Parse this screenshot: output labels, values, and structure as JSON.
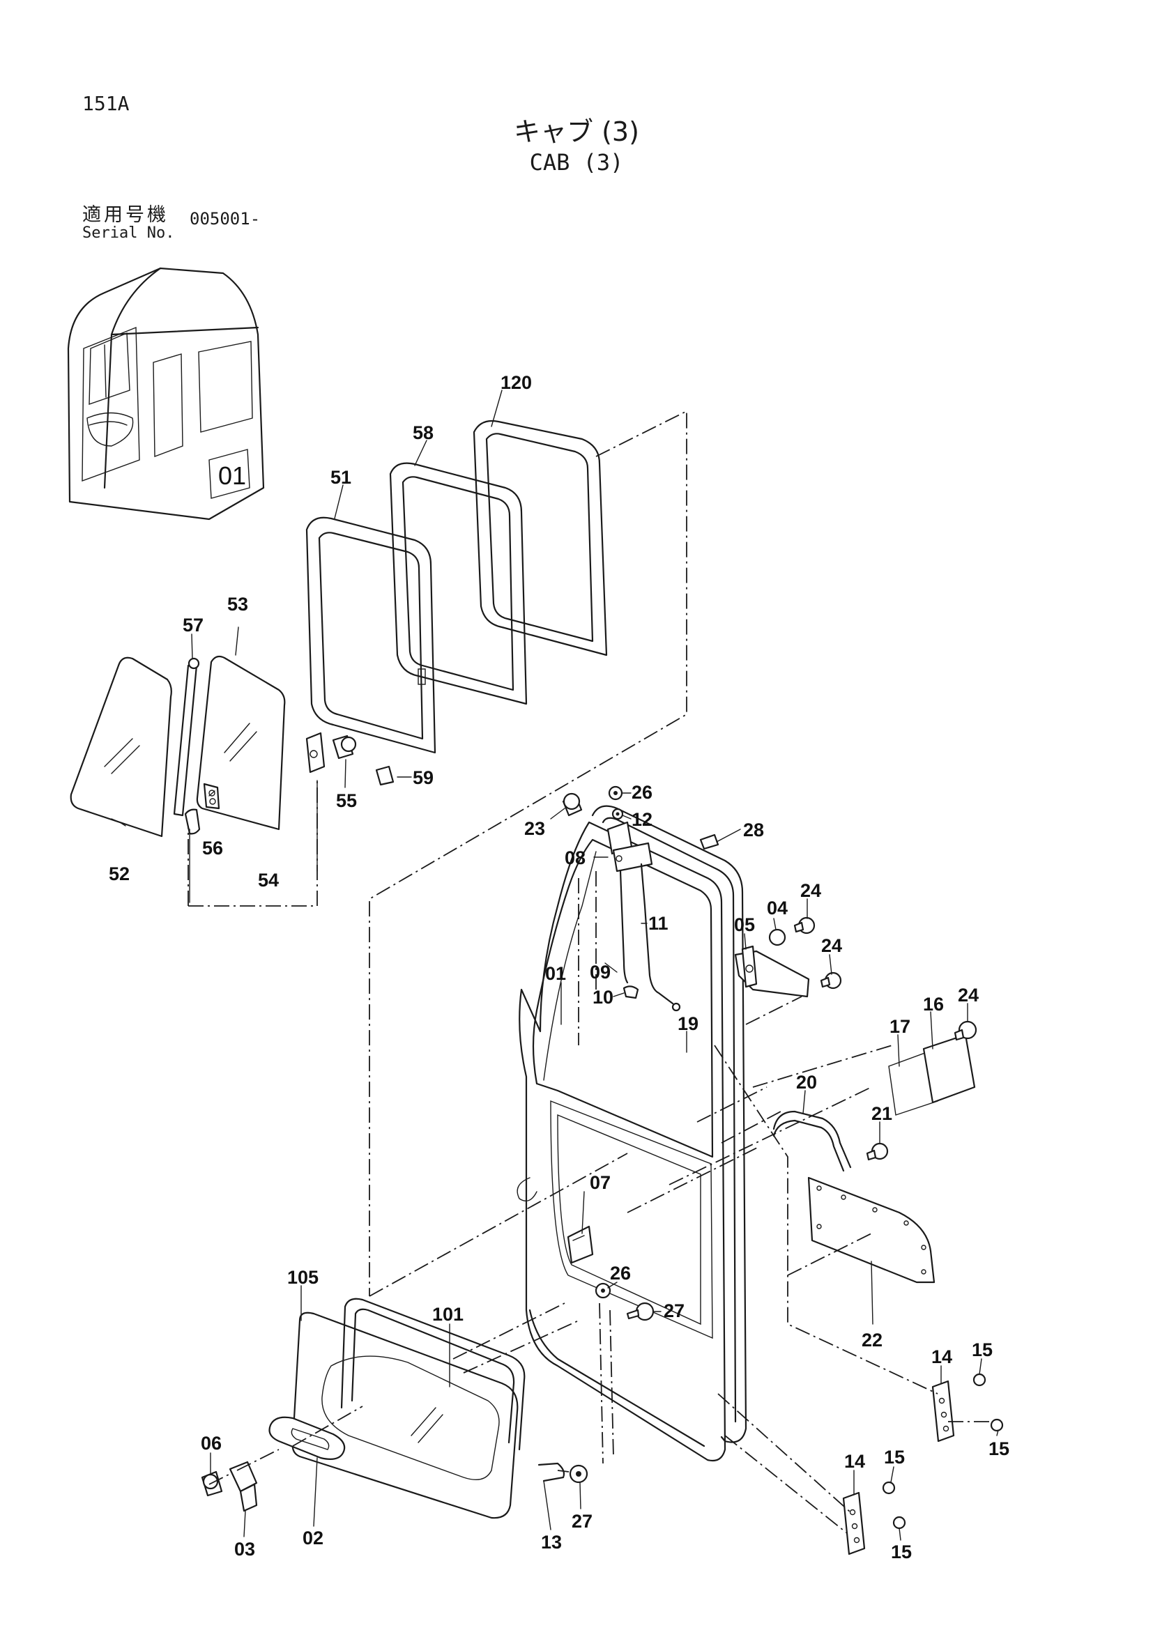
{
  "header": {
    "page_code": "151A",
    "title_jp": "キャブ (3)",
    "title_en": "CAB (3)",
    "serial_label_jp": "適用号機",
    "serial_label_en": "Serial No.",
    "serial_value": "005001-"
  },
  "diagram": {
    "inset_label": "01",
    "callouts": {
      "c120": "120",
      "c58": "58",
      "c51": "51",
      "c57": "57",
      "c53": "53",
      "c52": "52",
      "c56": "56",
      "c54": "54",
      "c55": "55",
      "c59": "59",
      "c26a": "26",
      "c12": "12",
      "c23": "23",
      "c28": "28",
      "c08": "08",
      "c11": "11",
      "c09": "09",
      "c10": "10",
      "c05": "05",
      "c04": "04",
      "c24a": "24",
      "c24b": "24",
      "c24c": "24",
      "c01": "01",
      "c19": "19",
      "c17": "17",
      "c16": "16",
      "c20": "20",
      "c21": "21",
      "c07": "07",
      "c26b": "26",
      "c27a": "27",
      "c22": "22",
      "c105": "105",
      "c101": "101",
      "c14a": "14",
      "c15a": "15",
      "c15b": "15",
      "c14b": "14",
      "c15c": "15",
      "c15d": "15",
      "c06": "06",
      "c02": "02",
      "c03": "03",
      "c13": "13",
      "c27b": "27"
    }
  }
}
